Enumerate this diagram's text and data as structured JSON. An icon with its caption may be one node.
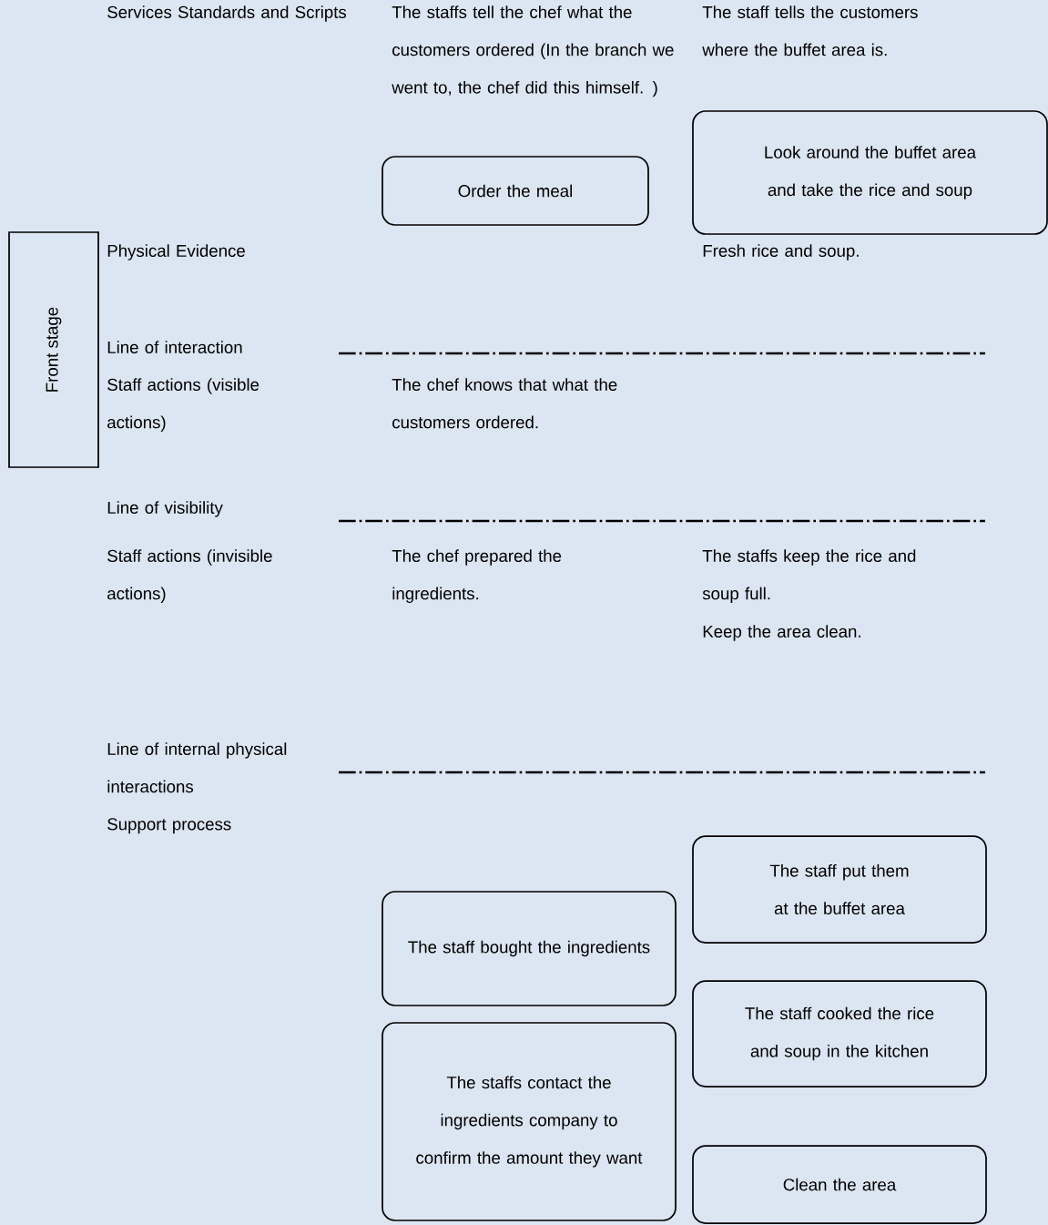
{
  "diagram": {
    "nodes": [
      {
        "text": [
          "Look around the buffet area and take the rice and soup"
        ]
      },
      {
        "text": [
          "Order the meal"
        ]
      },
      {
        "text": [
          "Front stage"
        ]
      },
      {
        "text": [
          "The staff put them at the buffet area"
        ]
      },
      {
        "text": [
          "The staff bought the ingredients"
        ]
      },
      {
        "text": [
          "The staff cooked the rice and soup in the kitchen"
        ]
      },
      {
        "text": [
          "The staffs contact the ingredients company to confirm the amount they want"
        ]
      },
      {
        "text": [
          "Clean the area"
        ]
      }
    ],
    "labels": [
      "Services Standards and Scripts",
      "The staffs tell the chef what the customers ordered (In the branch we went to, the chef did this himself. )",
      "The staff tells the customers where the buffet area is.",
      "Physical Evidence",
      "Fresh rice and soup.",
      "Line of interaction",
      "Staff actions (visible actions)",
      "The chef knows that what the customers ordered.",
      "Line of visibility",
      "Staff actions (invisible actions)",
      "The chef prepared the ingredients.",
      "The staffs keep the rice and soup full.",
      "Keep the area clean.",
      "Line of internal physical interactions",
      "Support process"
    ]
  }
}
